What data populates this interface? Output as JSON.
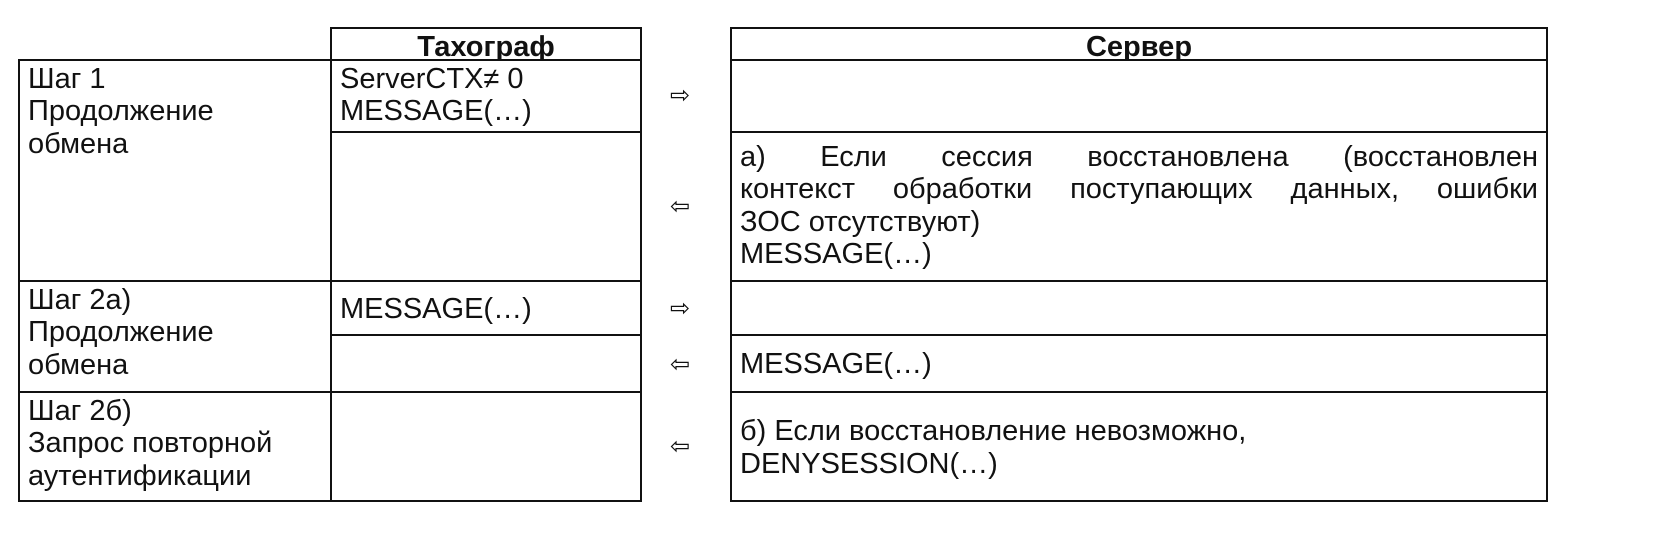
{
  "header": {
    "tachograph": "Тахограф",
    "server": "Сервер"
  },
  "arrows": {
    "right": "⇨",
    "left": "⇦"
  },
  "steps": {
    "step1": {
      "lines": [
        "Шаг 1",
        "Продолжение",
        "обмена"
      ]
    },
    "step2a": {
      "lines": [
        "Шаг 2а)",
        "Продолжение",
        "обмена"
      ]
    },
    "step2b": {
      "lines": [
        "Шаг 2б)",
        "Запрос повторной",
        "аутентификации"
      ]
    }
  },
  "tachograph": {
    "row1_lines": [
      "ServerCTX≠ 0",
      "MESSAGE(…)"
    ],
    "row3": "MESSAGE(…)"
  },
  "server": {
    "row2_lines": [
      "а)   Если   сессия   восстановлена   (восстановлен",
      "контекст обработки поступающих данных, ошибки",
      "ЗОС отсутствуют)",
      "MESSAGE(…)"
    ],
    "row4": "MESSAGE(…)",
    "row5_lines": [
      "б) Если восстановление невозможно,",
      "DENYSESSION(…)"
    ]
  }
}
